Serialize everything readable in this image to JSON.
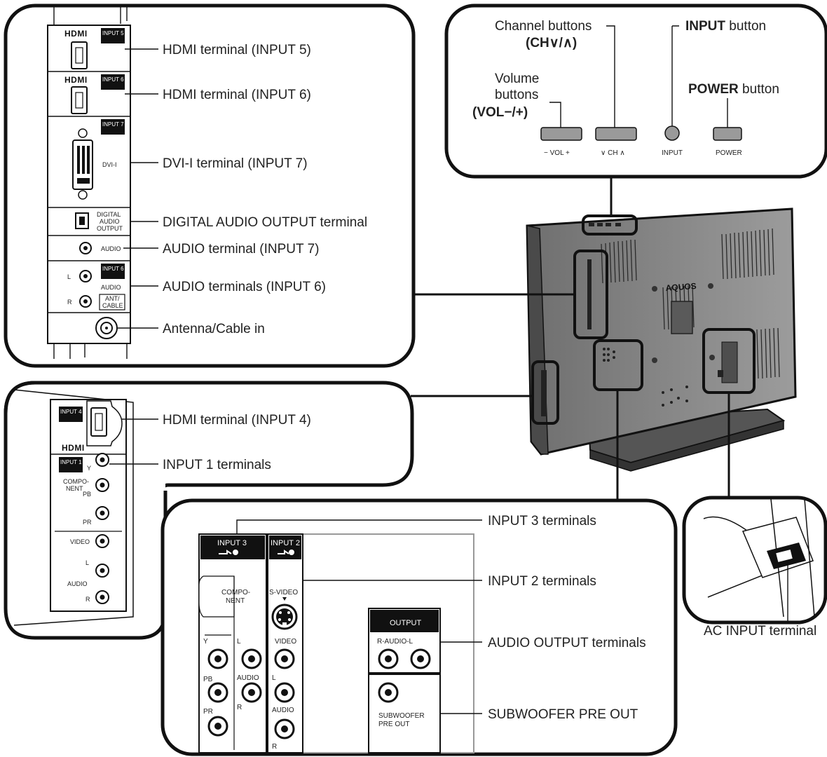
{
  "top_panel": {
    "channel_label_1": "Channel buttons",
    "channel_label_2": "(CH∨/∧)",
    "input_label_bold": "INPUT",
    "input_label_rest": " button",
    "volume_label_1": "Volume",
    "volume_label_2": "buttons",
    "volume_label_3": "(VOL−/+)",
    "power_label_bold": "POWER",
    "power_label_rest": " button",
    "btn_vol": "− VOL +",
    "btn_ch": "∨ CH ∧",
    "btn_input": "INPUT",
    "btn_power": "POWER"
  },
  "side_panel": {
    "labels": [
      "HDMI terminal (INPUT 5)",
      "HDMI terminal (INPUT 6)",
      "DVI-I terminal (INPUT 7)",
      "DIGITAL AUDIO OUTPUT terminal",
      "AUDIO terminal (INPUT 7)",
      "AUDIO terminals (INPUT 6)",
      "Antenna/Cable in"
    ],
    "tag_input5": "INPUT 5",
    "tag_input6": "INPUT 6",
    "tag_input7": "INPUT 7",
    "tag_input6b": "INPUT 6",
    "hdmi_logo": "HDMI",
    "dvi_text": "DVI-I",
    "digital_1": "DIGITAL",
    "digital_2": "AUDIO",
    "digital_3": "OUTPUT",
    "audio_text": "AUDIO",
    "audio_text_2": "AUDIO",
    "l_text": "L",
    "r_text": "R",
    "ant_1": "ANT/",
    "ant_2": "CABLE"
  },
  "front_side_panel": {
    "labels": [
      "HDMI terminal (INPUT 4)",
      "INPUT 1 terminals"
    ],
    "tag_input4": "INPUT 4",
    "tag_input1": "INPUT 1",
    "hdmi_logo": "HDMI",
    "y": "Y",
    "compo_1": "COMPO-",
    "compo_2": "NENT",
    "pb": "PB",
    "pr": "PR",
    "video": "VIDEO",
    "l": "L",
    "audio": "AUDIO",
    "r": "R"
  },
  "rear_panel": {
    "labels": [
      "INPUT 3 terminals",
      "INPUT 2 terminals",
      "AUDIO OUTPUT terminals",
      "SUBWOOFER PRE OUT"
    ],
    "tag_input3": "INPUT 3",
    "tag_input2": "INPUT 2",
    "compo_1": "COMPO-",
    "compo_2": "NENT",
    "svideo": "S-VIDEO",
    "video": "VIDEO",
    "y": "Y",
    "pb": "PB",
    "pr": "PR",
    "l": "L",
    "audio": "AUDIO",
    "r": "R",
    "l2": "L",
    "audio2": "AUDIO",
    "r2": "R",
    "output": "OUTPUT",
    "raudiol": "R-AUDIO-L",
    "sub_1": "SUBWOOFER",
    "sub_2": "PRE OUT"
  },
  "ac_panel": {
    "label": "AC INPUT terminal"
  },
  "tv": {
    "brand": "AQUOS"
  }
}
